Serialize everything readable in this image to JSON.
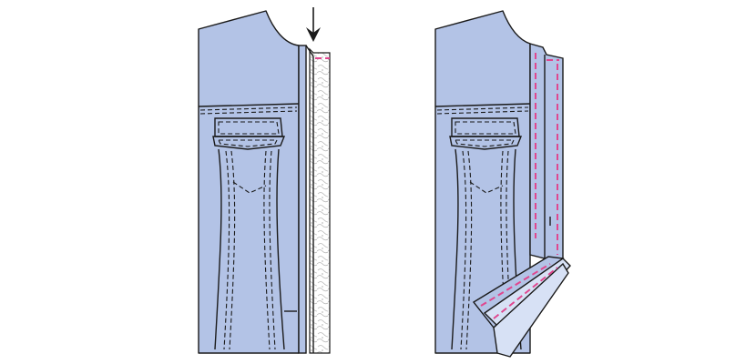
{
  "figure": {
    "panels": [
      {
        "id": "left",
        "step": "interfacing-applied",
        "arrow": "down-arrow-icon"
      },
      {
        "id": "right",
        "step": "facing-stitched-and-folded"
      }
    ],
    "colors": {
      "fabric": "#b3c3e6",
      "fabric_light": "#d7e1f5",
      "outline": "#1a1a1a",
      "stitch_highlight": "#e0478f",
      "interfacing": "#ffffff"
    }
  }
}
